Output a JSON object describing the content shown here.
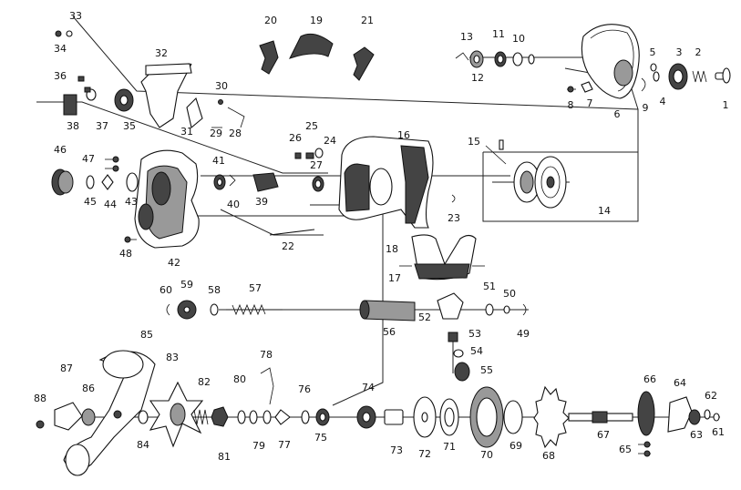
{
  "diagram": {
    "kind": "exploded-parts-view",
    "subject": "baitcasting fishing reel",
    "part_numbers": [
      "1",
      "2",
      "3",
      "4",
      "5",
      "6",
      "7",
      "8",
      "9",
      "10",
      "11",
      "12",
      "13",
      "14",
      "15",
      "16",
      "17",
      "18",
      "19",
      "20",
      "21",
      "22",
      "23",
      "24",
      "25",
      "26",
      "27",
      "28",
      "29",
      "30",
      "31",
      "32",
      "33",
      "34",
      "35",
      "36",
      "37",
      "38",
      "39",
      "40",
      "41",
      "42",
      "43",
      "44",
      "45",
      "46",
      "47",
      "48",
      "49",
      "50",
      "51",
      "52",
      "53",
      "54",
      "55",
      "56",
      "57",
      "58",
      "59",
      "60",
      "61",
      "62",
      "63",
      "64",
      "65",
      "66",
      "67",
      "68",
      "69",
      "70",
      "71",
      "72",
      "73",
      "74",
      "75",
      "76",
      "77",
      "78",
      "79",
      "80",
      "81",
      "82",
      "83",
      "84",
      "85",
      "86",
      "87",
      "88"
    ]
  }
}
